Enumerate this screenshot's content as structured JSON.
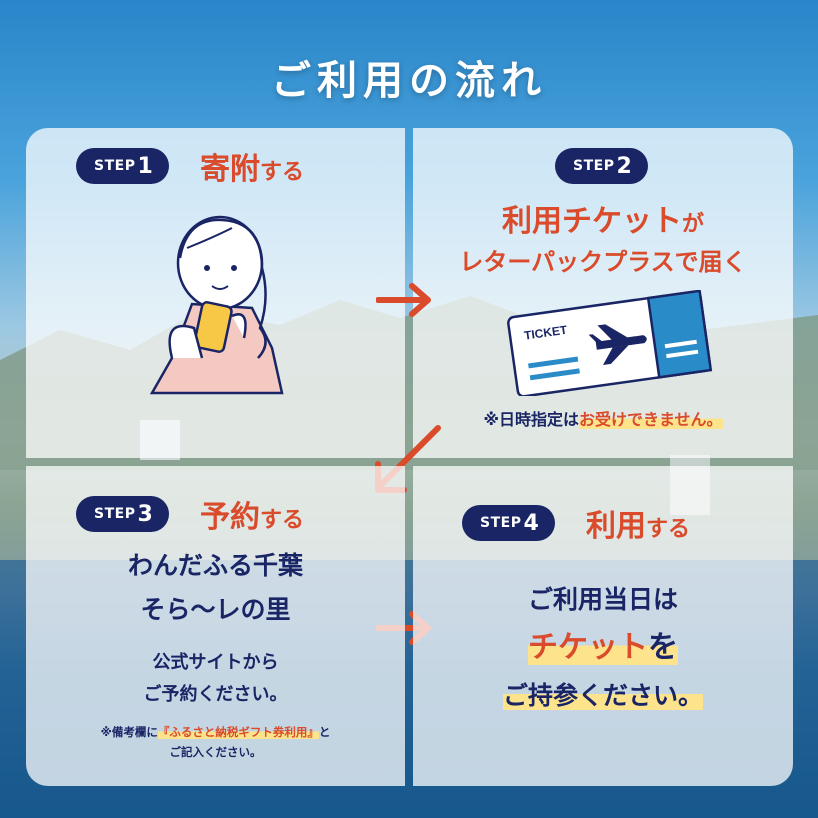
{
  "title": "ご利用の流れ",
  "step_word": "STEP",
  "steps": [
    {
      "num": "1",
      "heading_main": "寄附",
      "heading_suffix": "する"
    },
    {
      "num": "2",
      "heading_line1_main": "利用チケット",
      "heading_line1_suffix": "が",
      "heading_line2": "レターパックプラスで届く",
      "ticket_label": "TICKET",
      "note_prefix": "※日時指定は",
      "note_highlight": "お受けできません。"
    },
    {
      "num": "3",
      "heading_main": "予約",
      "heading_suffix": "する",
      "site_line1": "わんだふる千葉",
      "site_line2": "そら〜レの里",
      "body_line1": "公式サイトから",
      "body_line2": "ご予約ください。",
      "note_prefix": "※備考欄に",
      "note_highlight": "『ふるさと納税ギフト券利用』",
      "note_suffix": "と",
      "note_line2": "ご記入ください。"
    },
    {
      "num": "4",
      "heading_main": "利用",
      "heading_suffix": "する",
      "line1": "ご利用当日は",
      "line2_highlight": "チケット",
      "line2_suffix": "を",
      "line3": "ご持参ください。"
    }
  ],
  "colors": {
    "navy": "#1a2565",
    "accent": "#d94b2b",
    "highlight": "#fde48c",
    "ticket_blue": "#2a8bc9"
  },
  "icons": [
    "person-with-phone-illustration",
    "ticket-airplane-icon",
    "arrow-right-icon",
    "arrow-down-left-icon"
  ]
}
